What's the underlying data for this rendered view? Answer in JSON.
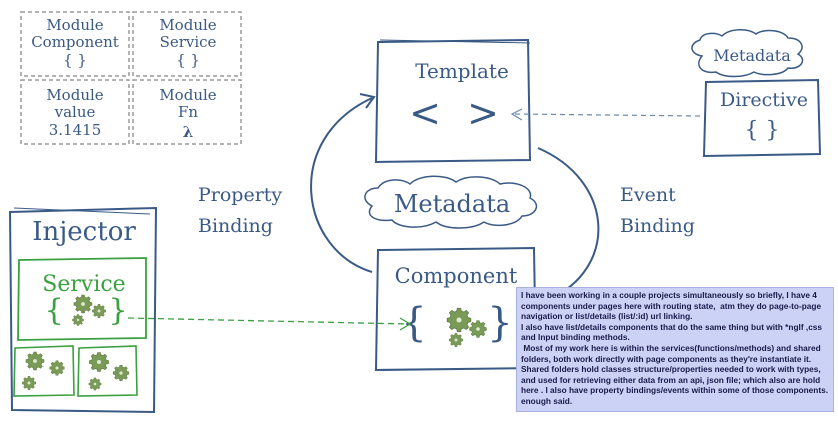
{
  "module_grid": [
    {
      "line1": "Module",
      "line2": "Component",
      "line3": "{ }"
    },
    {
      "line1": "Module",
      "line2": "Service",
      "line3": "{ }"
    },
    {
      "line1": "Module",
      "line2": "value",
      "line3": "3.1415"
    },
    {
      "line1": "Module",
      "line2": "Fn",
      "line3": "λ"
    }
  ],
  "template": {
    "title": "Template",
    "glyph_left": "<",
    "glyph_right": ">"
  },
  "directive": {
    "metadata_label": "Metadata",
    "title": "Directive",
    "glyph": "{ }"
  },
  "center_metadata": "Metadata",
  "property_binding": {
    "line1": "Property",
    "line2": "Binding"
  },
  "event_binding": {
    "line1": "Event",
    "line2": "Binding"
  },
  "component": {
    "title": "Component",
    "glyph_left": "{",
    "glyph_right": "}"
  },
  "injector": {
    "title": "Injector",
    "service_label": "Service",
    "service_glyph_left": "{",
    "service_glyph_right": "}"
  },
  "colors": {
    "ink": "#3a5a86",
    "green": "#3aa040",
    "gear": "#7a9a58",
    "gear_dark": "#5e7e40",
    "module_border": "#9a9a9a",
    "note_bg": "#cbd2f5"
  },
  "note": {
    "p1": "I have been working in a couple projects simultaneously so briefly, I have 4 components under pages here with routing state,  atm they do page-to-page navigation or list/details (list/:id) url linking.",
    "p2": "I also have list/details components that do the same thing but with *ngIf ,css and Input binding methods.",
    "p3": " Most of my work here is within the services(functions/methods) and shared folders, both work directly with page components as they're instantiate it. Shared folders hold classes structure/properties needed to work with types, and used for retrieving either data from an api, json file; which also are hold here . I also have property bindings/events within some of those components.  enough said."
  }
}
